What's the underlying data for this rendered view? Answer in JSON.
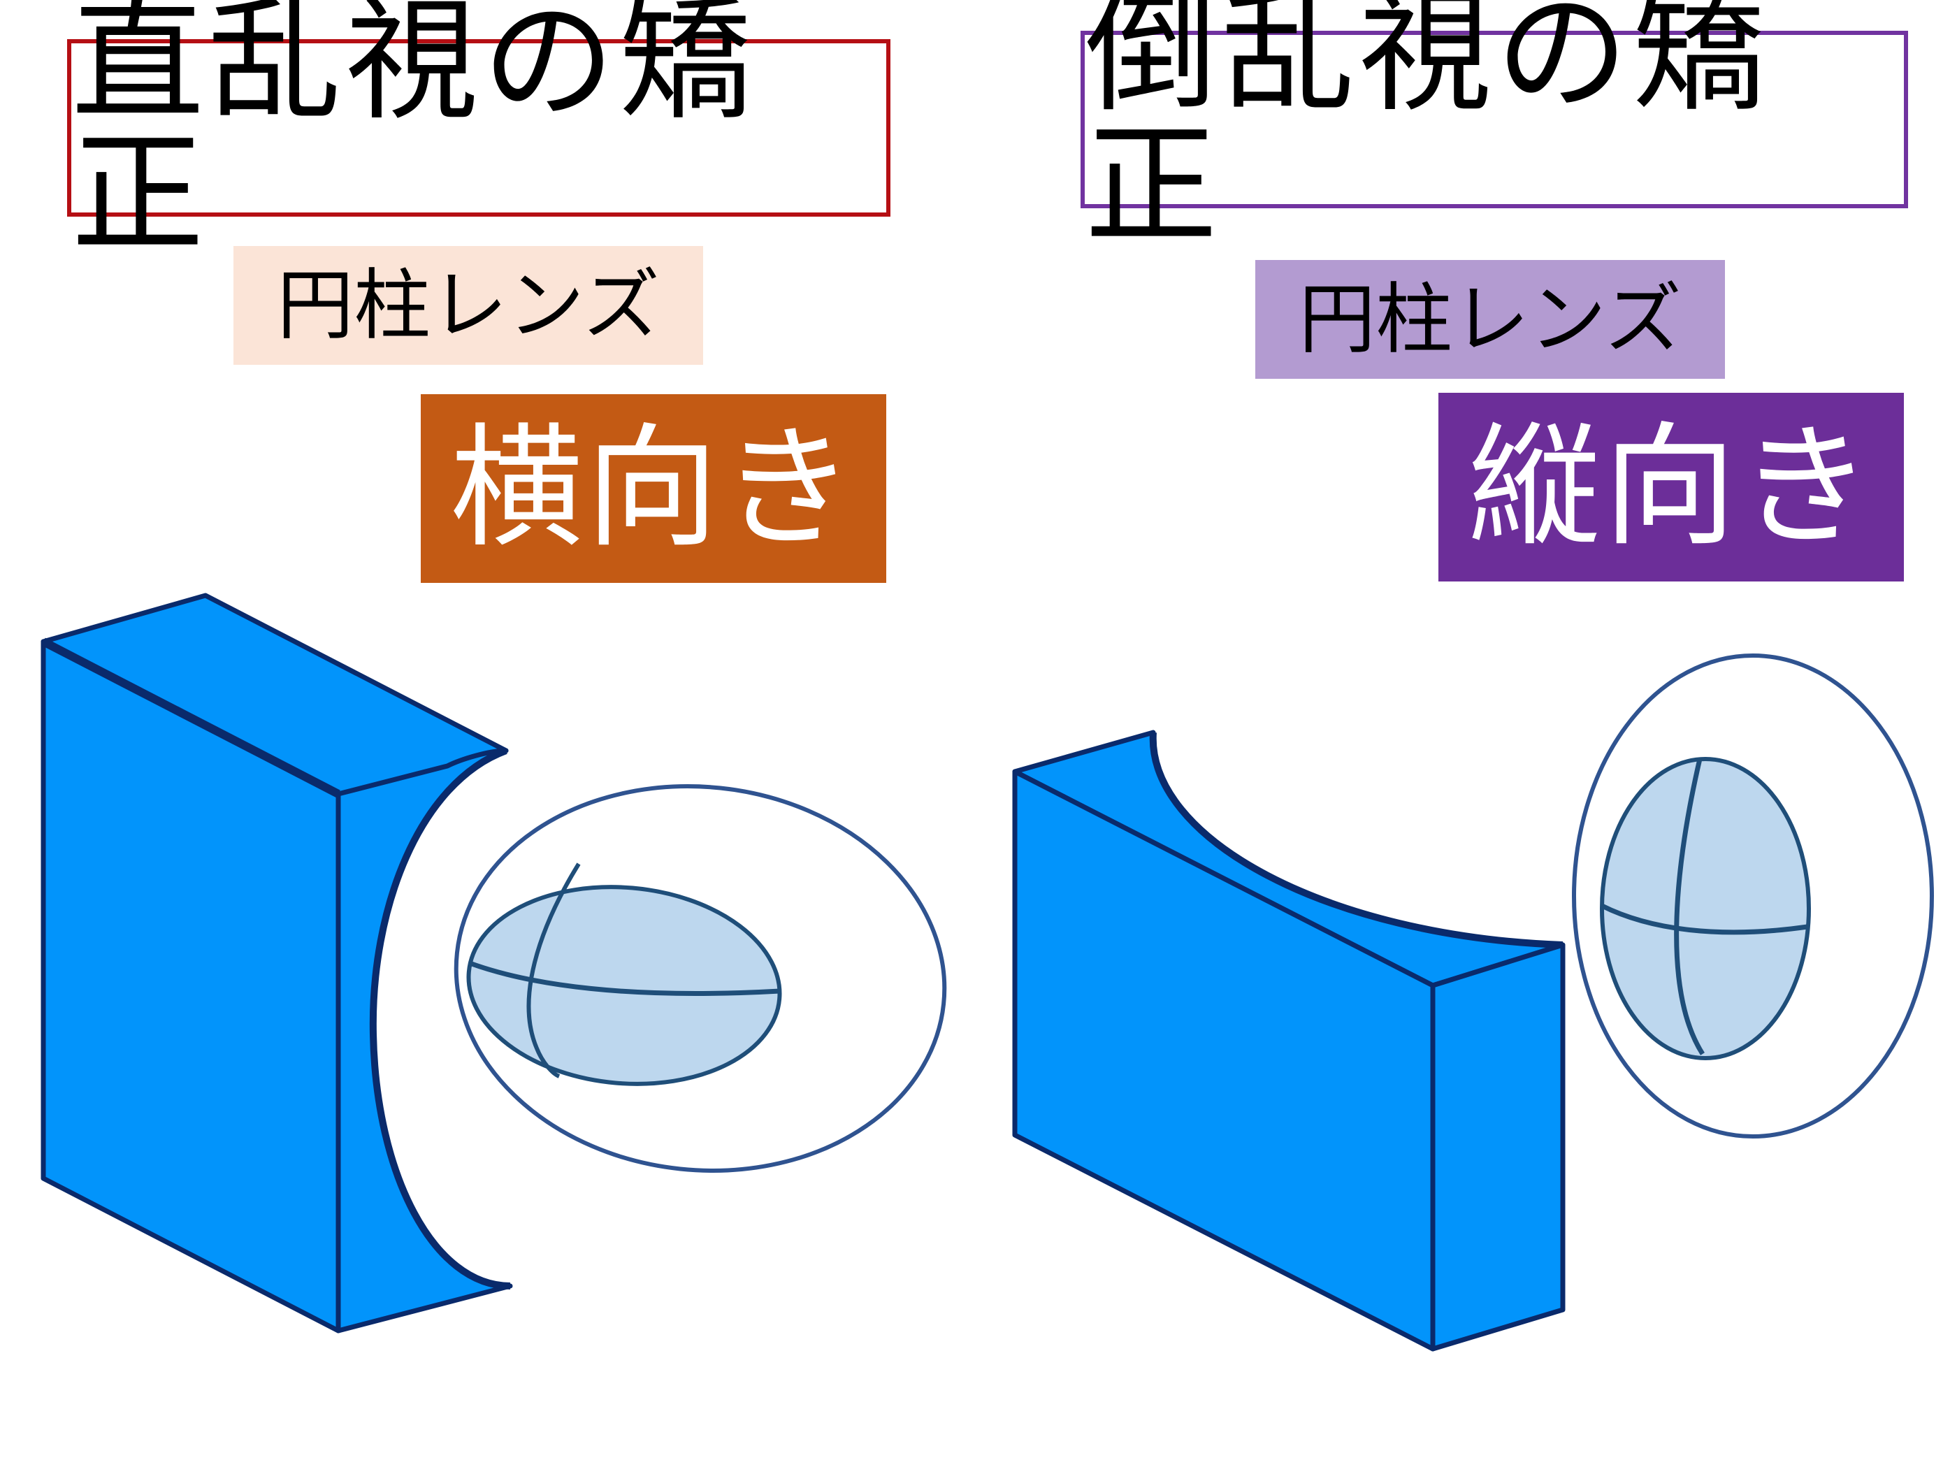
{
  "left_panel": {
    "title": "直乱視の矯正",
    "subtitle": "円柱レンズ",
    "orientation": "横向き",
    "title_border_color": "#b50f14",
    "subtitle_bg_color": "#fbe4d7",
    "orientation_bg_color": "#c35a14"
  },
  "right_panel": {
    "title": "倒乱視の矯正",
    "subtitle": "円柱レンズ",
    "orientation": "縦向き",
    "title_border_color": "#7133a0",
    "subtitle_bg_color": "#b39bd1",
    "orientation_bg_color": "#6c2e99"
  },
  "colors": {
    "lens_fill": "#0294fb",
    "lens_outline": "#0a2a6b",
    "eye_outline": "#2f5390",
    "cornea_fill": "#bdd7ee",
    "meridian_line": "#1f4e79"
  }
}
